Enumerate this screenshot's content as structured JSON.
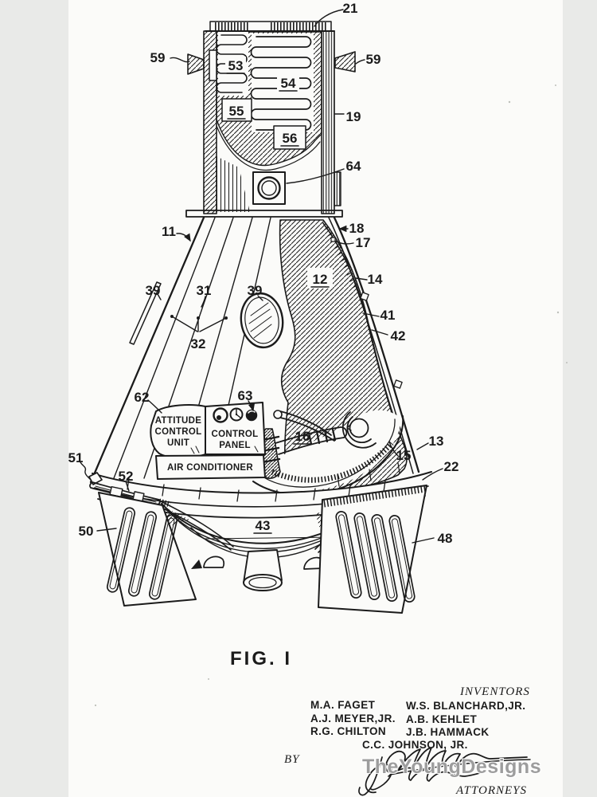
{
  "page": {
    "background_color": "#e9eae8",
    "paper_color": "#fbfbf9",
    "ink_color": "#1b1b1b",
    "watermark_text": "TheYoungDesigns"
  },
  "figure": {
    "caption": "FIG. I"
  },
  "labels": {
    "attitude_control_unit_line1": "ATTITUDE",
    "attitude_control_unit_line2": "CONTROL",
    "attitude_control_unit_line3": "UNIT",
    "control_panel_line1": "CONTROL",
    "control_panel_line2": "PANEL",
    "air_conditioner": "AIR CONDITIONER"
  },
  "refs": {
    "r21": "21",
    "r59_left": "59",
    "r59_right": "59",
    "r53": "53",
    "r54": "54",
    "r55": "55",
    "r56": "56",
    "r19": "19",
    "r64": "64",
    "r11": "11",
    "r18": "18",
    "r17": "17",
    "r12": "12",
    "r14": "14",
    "r39_left": "39",
    "r31": "31",
    "r39_window": "39",
    "r41": "41",
    "r42": "42",
    "r32": "32",
    "r62": "62",
    "r63": "63",
    "r16": "16",
    "r13": "13",
    "r15": "15",
    "r51": "51",
    "r22": "22",
    "r52": "52",
    "r50": "50",
    "r48": "48",
    "r43": "43"
  },
  "signature_block": {
    "inventors_heading": "INVENTORS",
    "inventor_col1": [
      "M.A. FAGET",
      "A.J. MEYER,JR.",
      "R.G. CHILTON"
    ],
    "inventor_col2": [
      "W.S. BLANCHARD,JR.",
      "A.B. KEHLET",
      "J.B. HAMMACK"
    ],
    "inventor_center": "C.C. JOHNSON, JR.",
    "by_label": "BY",
    "attorneys_label": "ATTORNEYS"
  }
}
